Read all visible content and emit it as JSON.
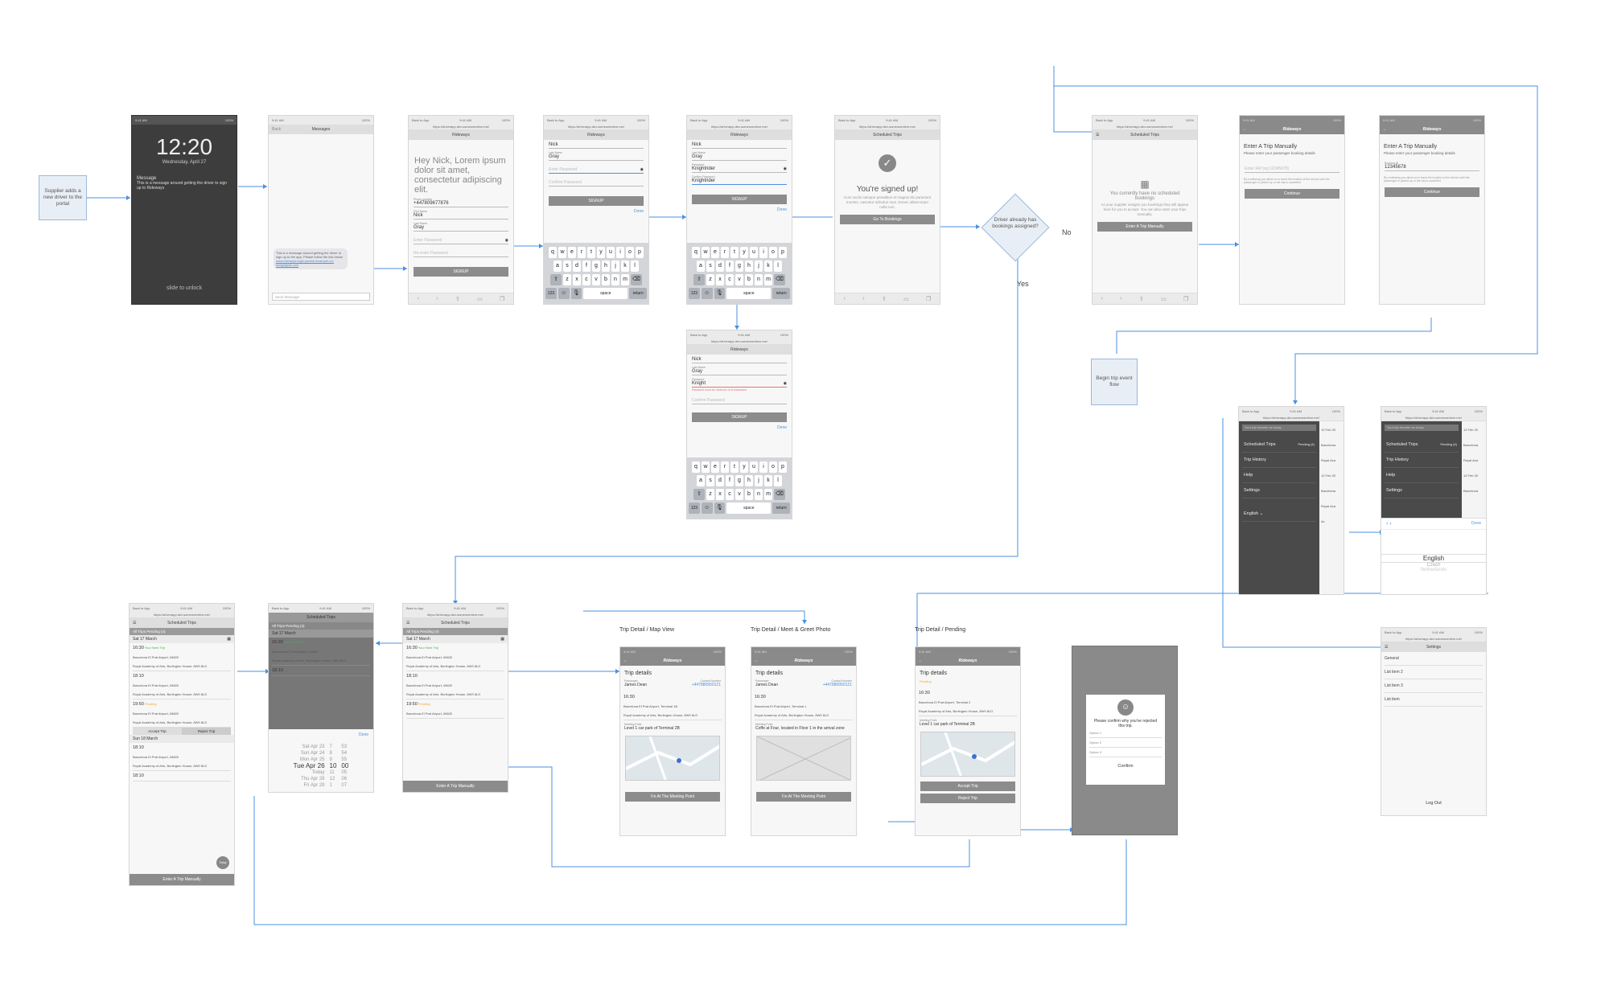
{
  "start_box": "Supplier adds a new driver to the portal",
  "lock": {
    "time": "12:20",
    "date": "Wednesday, April 27",
    "notif_title": "Message",
    "notif_text": "This is a message around getting the driver to sign up to Rideways",
    "unlock": "slide to unlock"
  },
  "messages": {
    "back": "Back",
    "title": "Messages",
    "bubble": "This is a message around getting the driver to sign up to the app. Please follow the link below",
    "link": "www.rideways.login.partner/example-url-dsdgsfgsdf.com",
    "input": "Send Message"
  },
  "signup1": {
    "title": "Rideways",
    "heading": "Hey Nick, Lorem ipsum dolor sit amet, consectetur adipiscing elit.",
    "phone_label": "Phone number",
    "phone": "+447809677876",
    "first_label": "First Name",
    "first": "Nick",
    "last_label": "Last Name",
    "last": "Gray",
    "pass_ph": "Enter Password",
    "confirm_ph": "Re-enter Password",
    "button": "SIGNUP"
  },
  "signup2": {
    "title": "Rideways",
    "first": "Nick",
    "last_label": "Last Name",
    "last": "Gray",
    "pass_ph": "Enter Password",
    "confirm_ph": "Confirm Password",
    "button": "SIGNUP",
    "done": "Done"
  },
  "signup3": {
    "title": "Rideways",
    "first": "Nick",
    "last_label": "Last Name",
    "last": "Gray",
    "pass_label": "Password",
    "pass": "Knightrider",
    "confirm_label": "Confirm Password",
    "confirm": "Knightrider",
    "button": "SIGNUP",
    "done": "Done"
  },
  "signup4": {
    "title": "Rideways",
    "first": "Nick",
    "last_label": "Last Name",
    "last": "Gray",
    "pass_label": "Password",
    "pass": "Knight",
    "error": "Password must be minimum of 8 characters",
    "confirm_ph": "Confirm Password",
    "button": "SIGNUP",
    "done": "Done"
  },
  "keyboard": {
    "row1": [
      "q",
      "w",
      "e",
      "r",
      "t",
      "y",
      "u",
      "i",
      "o",
      "p"
    ],
    "row2": [
      "a",
      "s",
      "d",
      "f",
      "g",
      "h",
      "j",
      "k",
      "l"
    ],
    "row3": [
      "z",
      "x",
      "c",
      "v",
      "b",
      "n",
      "m"
    ],
    "num": "123",
    "space": "space",
    "ret": "return"
  },
  "signed": {
    "title": "Scheduled Trips",
    "heading": "You're signed up!",
    "body": "Cum sociis natoque penatibus et magnis dis parturient montes, nascetur ridiculus mus. Donec ullamcorper nulla non.",
    "button": "Go To Bookings"
  },
  "decision": {
    "text": "Driver already has bookings assigned?",
    "no": "No",
    "yes": "Yes"
  },
  "empty": {
    "title": "Scheduled Trips",
    "heading": "You currently have no scheduled bookings",
    "body": "As your supplier assigns you bookings they will appear here for you to accept. You can also enter your trips manually.",
    "button": "Enter A Trip Manually"
  },
  "manual1": {
    "title": "Rideways",
    "heading": "Enter A Trip Manually",
    "sub": "Please enter your passenger booking details",
    "ph": "Enter Ref (eg 12345678)",
    "note": "By continuing you allow us to track the location of the device until the passenger is picked up or the trip is cancelled",
    "button": "Continue"
  },
  "manual2": {
    "title": "Rideways",
    "heading": "Enter A Trip Manually",
    "sub": "Please enter your passenger booking details",
    "label": "Booking ID",
    "value": "12345678",
    "note": "By continuing you allow us to track the location of the device until the passenger is picked up or the trip is cancelled",
    "button": "Continue"
  },
  "begin_box": "Begin trip event flow",
  "menu": {
    "search": "Your trip transfer as today",
    "items": [
      "Scheduled Trips",
      "Trip History",
      "Help",
      "Settings"
    ],
    "pending": "Pending (4)",
    "lang": "English",
    "side": [
      "12 Feb 20",
      "Barcelona",
      "Royal Aca",
      "12 Feb 20",
      "Barcelona",
      "Royal Aca",
      "Ac"
    ]
  },
  "lang": {
    "items": [
      "English",
      "Czech",
      "Netherlands"
    ],
    "done": "Done"
  },
  "settings": {
    "title": "Settings",
    "items": [
      "General",
      "List item 2",
      "List item 3",
      "List item"
    ],
    "logout": "Log Out"
  },
  "trips": {
    "title": "Scheduled Trips",
    "tabs": "All Trips   Pending (4)",
    "date1": "Sat 17 March",
    "date2": "Sun 18 March",
    "t1": "16:30",
    "next": "Your Next Trip",
    "pending": "Pending",
    "t2": "18:10",
    "t3": "19:50",
    "from": "Barcelona El Prat Airport, 08820",
    "to": "Royal Academy of Arts, Burlington House, 8W9 8LG",
    "accept": "Accept Trip",
    "reject": "Reject Trip",
    "manual": "Enter A Trip Manually",
    "today": "Today",
    "done": "Done"
  },
  "picker": {
    "days": [
      "Sat Apr 23",
      "Sun Apr 24",
      "Mon Apr 25",
      "Tue Apr 26",
      "Today",
      "Thu Apr 28",
      "Fri Apr 29"
    ],
    "hours": [
      "7",
      "8",
      "9",
      "10",
      "11",
      "12",
      "1"
    ],
    "mins": [
      "53",
      "54",
      "55",
      "00",
      "05",
      "06",
      "07"
    ]
  },
  "detail_map": {
    "label": "Trip Detail / Map View",
    "title": "Rideways",
    "heading": "Trip details",
    "pass_label": "Passenger",
    "pass": "James Dean",
    "phone_label": "Contact Number",
    "phone": "+447880950121",
    "time": "16:30",
    "from": "Barcelona El Prat Airport, Terminal 1B",
    "to": "Royal Academy of Arts, Burlington House, 8W9 8LG",
    "mp_label": "Meeting Point",
    "mp": "Level 1 car park of Terminal 2B",
    "button": "I'm At The Meeting Point"
  },
  "detail_meet": {
    "label": "Trip Detail / Meet & Greet Photo",
    "title": "Rideways",
    "heading": "Trip details",
    "pass_label": "Passenger",
    "pass": "James Dean",
    "phone_label": "Contact Number",
    "phone": "+447880950121",
    "time": "16:30",
    "from": "Barcelona El Prat Airport, Terminal 1",
    "to": "Royal Academy of Arts, Burlington House, 8W9 8LG",
    "mp_label": "Meeting Point",
    "mp": "Coffe at Four, located in Floor 1 in the arrival zone",
    "button": "I'm At The Meeting Point"
  },
  "detail_pend": {
    "label": "Trip Detail / Pending",
    "title": "Rideways",
    "heading": "Trip details",
    "status": "Pending",
    "time": "16:30",
    "from": "Barcelona El Prat Airport, Terminal 2",
    "to": "Royal Academy of Arts, Burlington House, 8W9 8LG",
    "mp_label": "Meeting Point",
    "mp": "Level 1 car park of Terminal 2B",
    "accept": "Accept Trip",
    "reject": "Reject Trip"
  },
  "reject": {
    "text": "Please confirm why you've rejected this trip.",
    "options": [
      "Option 1",
      "Option 2",
      "Option 3"
    ],
    "confirm": "Confirm"
  },
  "status": {
    "left": "Back to App",
    "time": "9:41 AM",
    "right": "100%",
    "url": "https://driverapp.dev.someonedrive.me/"
  },
  "colors": {
    "link": "#4a90e2",
    "connector": "#4a90e2",
    "accent_green": "#4caf50",
    "accent_orange": "#f5a623"
  }
}
